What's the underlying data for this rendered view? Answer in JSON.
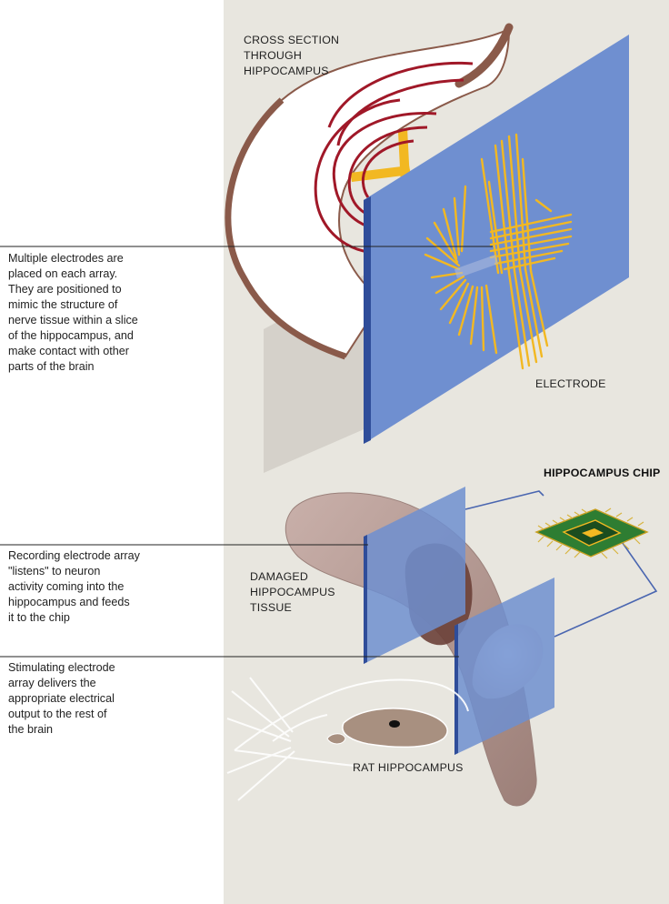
{
  "labels": {
    "cross_section": "CROSS SECTION\nTHROUGH\nHIPPOCAMPUS",
    "electrode": "ELECTRODE",
    "chip": "HIPPOCAMPUS CHIP",
    "damaged_tissue": "DAMAGED\nHIPPOCAMPUS\nTISSUE",
    "rat": "RAT HIPPOCAMPUS"
  },
  "callouts": {
    "multiple_electrodes": "Multiple electrodes are\nplaced on each array.\nThey are positioned to\nmimic the structure of\nnerve tissue within a slice\nof the hippocampus, and\nmake contact with other\nparts of the brain",
    "recording_array": "Recording electrode array\n\"listens\" to neuron\nactivity coming into the\nhippocampus and feeds\nit to the chip",
    "stimulating_array": "Stimulating electrode\narray delivers the\nappropriate electrical\noutput to the rest of\nthe brain"
  },
  "colors": {
    "panel_background": "#e8e6df",
    "electrode_plate": "#6f8fd0",
    "electrode_edge": "#2f4d9a",
    "electrode_wires": "#f2b822",
    "tissue": "#b49a94",
    "damaged_tissue": "#6b4038",
    "hippocampus_outline": "#8a5a4a",
    "neuron_lines": "#a01828",
    "chip_green": "#2e7d32"
  }
}
